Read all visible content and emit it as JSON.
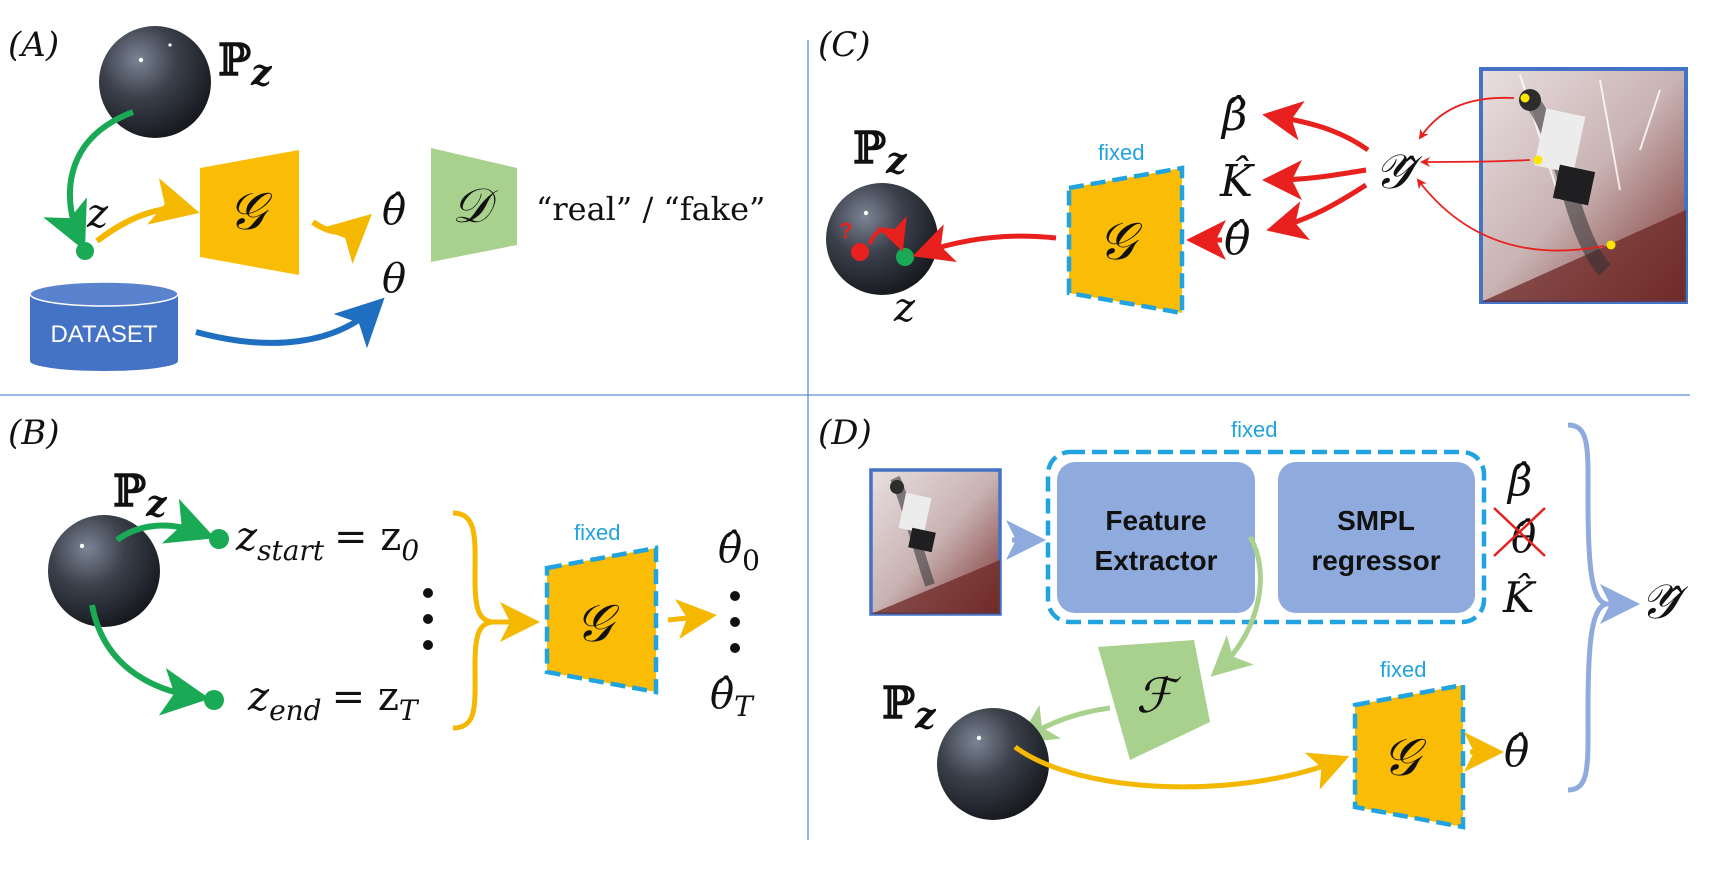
{
  "panels": {
    "A": {
      "label": "(A)",
      "prior": "ℙ",
      "prior_sub": "z",
      "z": "z",
      "generator": "𝒢",
      "discriminator": "𝒟",
      "theta_hat": "θ̂",
      "theta": "θ",
      "dataset": "DATASET",
      "output": "“real” / “fake”"
    },
    "B": {
      "label": "(B)",
      "prior": "ℙ",
      "prior_sub": "z",
      "z_start_base": "z",
      "z_start_sub": "start",
      "z_start_eq": "= z",
      "z_start_eq_sub": "0",
      "z_end_base": "z",
      "z_end_sub": "end",
      "z_end_eq": "= z",
      "z_end_eq_sub": "T",
      "fixed": "fixed",
      "generator": "𝒢",
      "theta0": "θ̂",
      "theta0_sub": "0",
      "thetaT": "θ̂",
      "thetaT_sub": "T"
    },
    "C": {
      "label": "(C)",
      "prior": "ℙ",
      "prior_sub": "z",
      "z": "z",
      "question": "?",
      "fixed": "fixed",
      "generator": "𝒢",
      "beta_hat": "β̂",
      "k_hat": "K̂",
      "theta_hat": "θ̂",
      "y_hat": "𝒴̂"
    },
    "D": {
      "label": "(D)",
      "fixed_top": "fixed",
      "feature_line1": "Feature",
      "feature_line2": "Extractor",
      "smpl_line1": "SMPL",
      "smpl_line2": "regressor",
      "beta_hat": "β̂",
      "theta_hat_crossed": "θ̂",
      "k_hat": "K̂",
      "y_hat": "𝒴̂",
      "mapper": "ℱ",
      "prior": "ℙ",
      "prior_sub": "z",
      "fixed_bottom": "fixed",
      "generator": "𝒢",
      "theta_hat": "θ̂"
    }
  },
  "colors": {
    "green": "#1aaa55",
    "yellow": "#f5b800",
    "red": "#e8201e",
    "blue_dataset": "#4472c4",
    "blue_arrow": "#1f6fc0",
    "generator_fill": "#fbbc05",
    "discriminator_fill": "#a9d18e",
    "dashed_cyan": "#21a3e0",
    "box_fill": "#8faadc",
    "divider": "#5b8fd6"
  }
}
